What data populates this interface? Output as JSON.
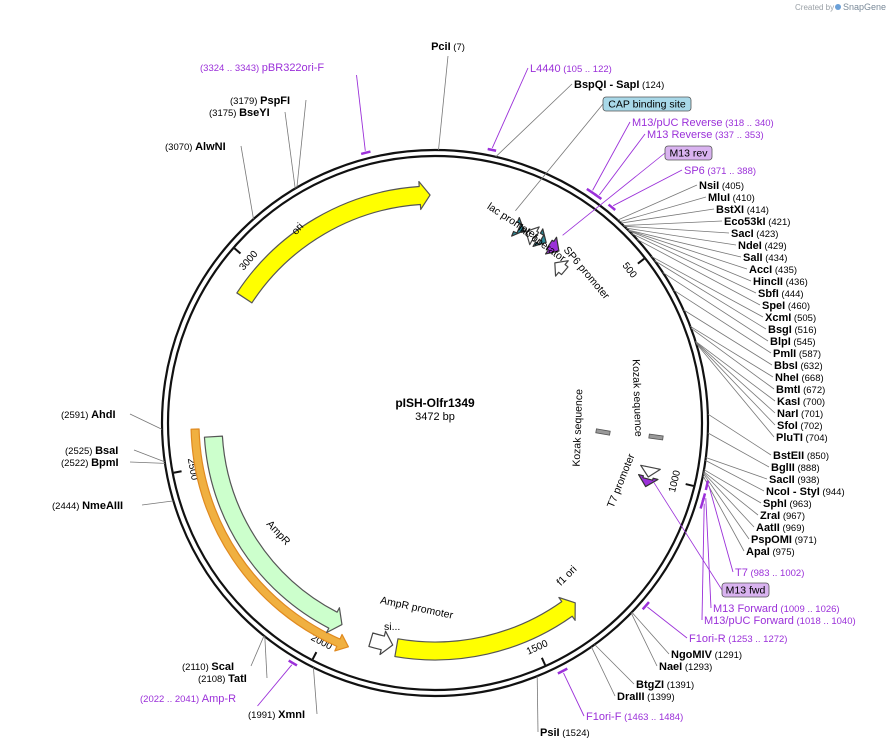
{
  "plasmid": {
    "name": "pISH-Olfr1349",
    "length_label": "3472 bp",
    "length": 3472
  },
  "credit": {
    "prefix": "Created by",
    "brand": "SnapGene"
  },
  "ticks": [
    {
      "pos": 500,
      "label": "500"
    },
    {
      "pos": 1000,
      "label": "1000"
    },
    {
      "pos": 1500,
      "label": "1500"
    },
    {
      "pos": 2000,
      "label": "2000"
    },
    {
      "pos": 2500,
      "label": "2500"
    },
    {
      "pos": 3000,
      "label": "3000"
    }
  ],
  "enzymes": [
    {
      "name": "PciI",
      "pos": "(7)",
      "site": 7
    },
    {
      "name": "BspQI",
      "name2": "SapI",
      "pos": "(124)",
      "site": 124
    },
    {
      "name": "NsiI",
      "pos": "(405)",
      "site": 405
    },
    {
      "name": "MluI",
      "pos": "(410)",
      "site": 410
    },
    {
      "name": "BstXI",
      "pos": "(414)",
      "site": 414
    },
    {
      "name": "Eco53kI",
      "pos": "(421)",
      "site": 421
    },
    {
      "name": "SacI",
      "pos": "(423)",
      "site": 423
    },
    {
      "name": "NdeI",
      "pos": "(429)",
      "site": 429
    },
    {
      "name": "SalI",
      "pos": "(434)",
      "site": 434
    },
    {
      "name": "AccI",
      "pos": "(435)",
      "site": 435
    },
    {
      "name": "HincII",
      "pos": "(436)",
      "site": 436
    },
    {
      "name": "SbfI",
      "pos": "(444)",
      "site": 444
    },
    {
      "name": "SpeI",
      "pos": "(460)",
      "site": 460
    },
    {
      "name": "XcmI",
      "pos": "(505)",
      "site": 505
    },
    {
      "name": "BsgI",
      "pos": "(516)",
      "site": 516
    },
    {
      "name": "BlpI",
      "pos": "(545)",
      "site": 545
    },
    {
      "name": "PmlI",
      "pos": "(587)",
      "site": 587
    },
    {
      "name": "BbsI",
      "pos": "(632)",
      "site": 632
    },
    {
      "name": "NheI",
      "pos": "(668)",
      "site": 668
    },
    {
      "name": "BmtI",
      "pos": "(672)",
      "site": 672
    },
    {
      "name": "KasI",
      "pos": "(700)",
      "site": 700
    },
    {
      "name": "NarI",
      "pos": "(701)",
      "site": 701
    },
    {
      "name": "SfoI",
      "pos": "(702)",
      "site": 702
    },
    {
      "name": "PluTI",
      "pos": "(704)",
      "site": 704
    },
    {
      "name": "BstEII",
      "pos": "(850)",
      "site": 850
    },
    {
      "name": "BglII",
      "pos": "(888)",
      "site": 888
    },
    {
      "name": "SacII",
      "pos": "(938)",
      "site": 938
    },
    {
      "name": "NcoI",
      "name2": "StyI",
      "pos": "(944)",
      "site": 944
    },
    {
      "name": "SphI",
      "pos": "(963)",
      "site": 963
    },
    {
      "name": "ZraI",
      "pos": "(967)",
      "site": 967
    },
    {
      "name": "AatII",
      "pos": "(969)",
      "site": 969
    },
    {
      "name": "PspOMI",
      "pos": "(971)",
      "site": 971
    },
    {
      "name": "ApaI",
      "pos": "(975)",
      "site": 975
    },
    {
      "name": "NgoMIV",
      "pos": "(1291)",
      "site": 1291
    },
    {
      "name": "NaeI",
      "pos": "(1293)",
      "site": 1293
    },
    {
      "name": "BtgZI",
      "pos": "(1391)",
      "site": 1391
    },
    {
      "name": "DraIII",
      "pos": "(1399)",
      "site": 1399
    },
    {
      "name": "PsiI",
      "pos": "(1524)",
      "site": 1524
    },
    {
      "name": "XmnI",
      "pos": "(1991)",
      "site": 1991
    },
    {
      "name": "TatI",
      "pos": "(2108)",
      "site": 2108
    },
    {
      "name": "ScaI",
      "pos": "(2110)",
      "site": 2110
    },
    {
      "name": "NmeAIII",
      "pos": "(2444)",
      "site": 2444
    },
    {
      "name": "BpmI",
      "pos": "(2522)",
      "site": 2522
    },
    {
      "name": "BsaI",
      "pos": "(2525)",
      "site": 2525
    },
    {
      "name": "AhdI",
      "pos": "(2591)",
      "site": 2591
    },
    {
      "name": "AlwNI",
      "pos": "(3070)",
      "site": 3070
    },
    {
      "name": "BseYI",
      "pos": "(3175)",
      "site": 3175
    },
    {
      "name": "PspFI",
      "pos": "(3179)",
      "site": 3179
    }
  ],
  "primers": [
    {
      "name": "L4440",
      "range": "(105 .. 122)",
      "start": 105,
      "end": 122
    },
    {
      "name": "M13/pUC Reverse",
      "range": "(318 .. 340)",
      "start": 318,
      "end": 340
    },
    {
      "name": "M13 Reverse",
      "range": "(337 .. 353)",
      "start": 337,
      "end": 353
    },
    {
      "name": "SP6",
      "range": "(371 .. 388)",
      "start": 371,
      "end": 388
    },
    {
      "name": "T7",
      "range": "(983 .. 1002)",
      "start": 983,
      "end": 1002
    },
    {
      "name": "M13 Forward",
      "range": "(1009 .. 1026)",
      "start": 1009,
      "end": 1026
    },
    {
      "name": "M13/pUC Forward",
      "range": "(1018 .. 1040)",
      "start": 1018,
      "end": 1040
    },
    {
      "name": "F1ori-R",
      "range": "(1253 .. 1272)",
      "start": 1253,
      "end": 1272
    },
    {
      "name": "F1ori-F",
      "range": "(1463 .. 1484)",
      "start": 1463,
      "end": 1484
    },
    {
      "name": "Amp-R",
      "range": "(2022 .. 2041)",
      "start": 2022,
      "end": 2041
    },
    {
      "name": "pBR322ori-F",
      "range": "(3324 .. 3343)",
      "start": 3324,
      "end": 3343
    }
  ],
  "boxed_labels": [
    {
      "name": "CAP binding site",
      "color": "#a8d8e8"
    },
    {
      "name": "M13 rev",
      "color": "#d9b3f0"
    },
    {
      "name": "M13 fwd",
      "color": "#d9b3f0"
    }
  ],
  "features": [
    {
      "name": "ori",
      "color": "#ffff00"
    },
    {
      "name": "f1 ori",
      "color": "#ffff00"
    },
    {
      "name": "AmpR",
      "color": "#ccffcc"
    },
    {
      "name": "si...",
      "color": "#ccffcc"
    },
    {
      "name": "AmpR promoter",
      "color": "#ffffff"
    },
    {
      "name": "lac promoter",
      "color": "#ffffff"
    },
    {
      "name": "lac operator",
      "color": "#2b8a99"
    },
    {
      "name": "SP6 promoter",
      "color": "#ffffff"
    },
    {
      "name": "T7 promoter",
      "color": "#ffffff"
    },
    {
      "name": "Kozak sequence",
      "color": "#999999"
    },
    {
      "name": "Kozak sequence",
      "color": "#999999"
    }
  ],
  "colors": {
    "primer": "#9b30d9",
    "backbone": "#111111",
    "feature_stroke": "#333333"
  }
}
